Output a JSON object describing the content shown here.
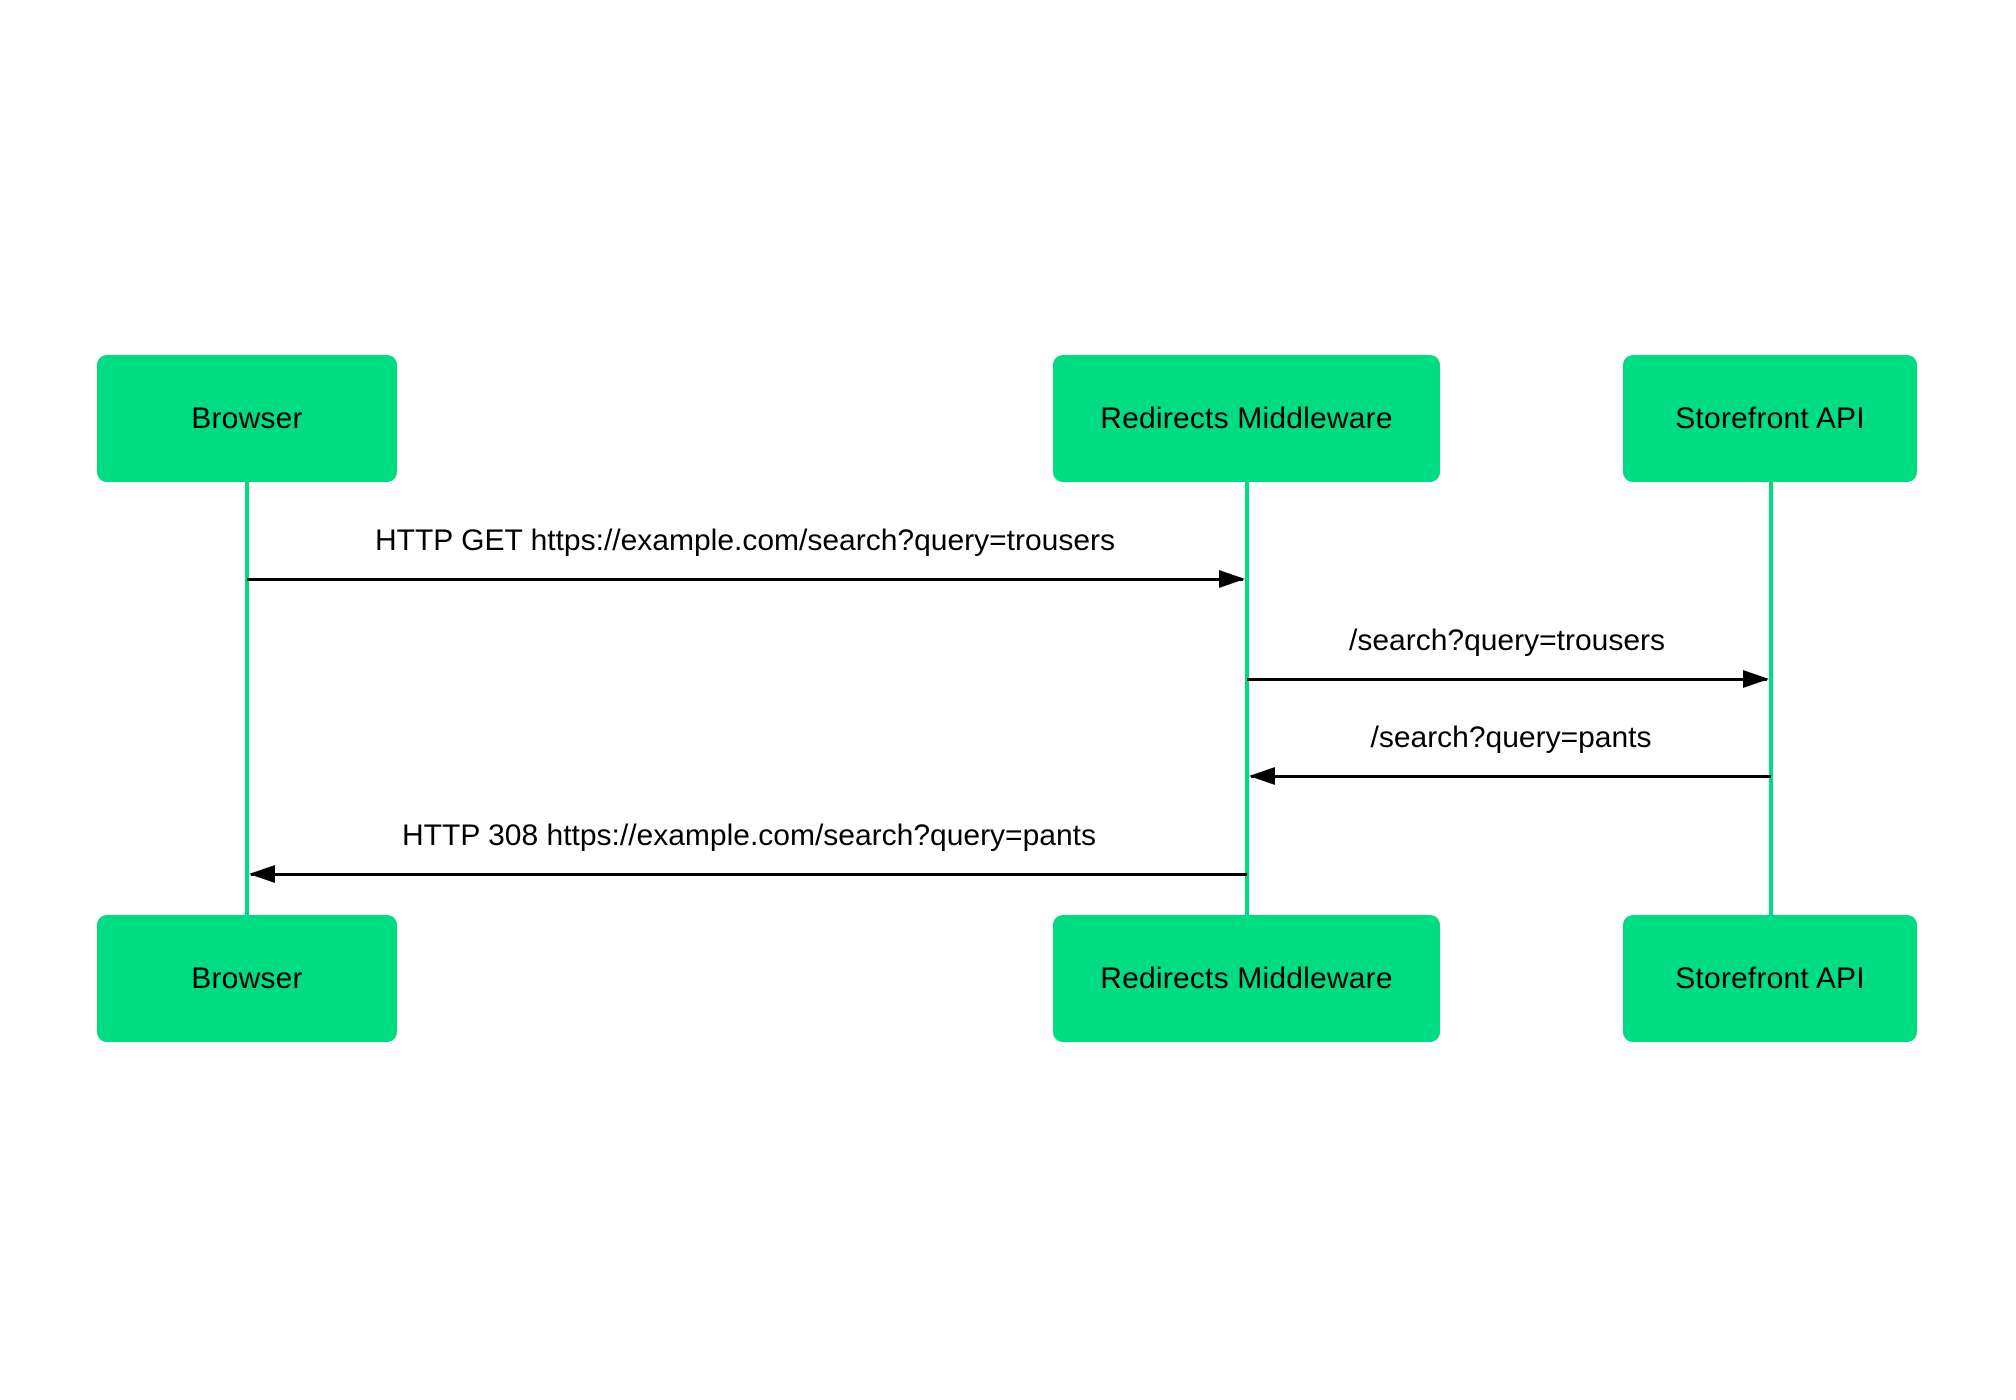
{
  "diagram": {
    "type": "sequence",
    "actors": [
      {
        "id": "browser",
        "label": "Browser"
      },
      {
        "id": "middleware",
        "label": "Redirects Middleware"
      },
      {
        "id": "storefront",
        "label": "Storefront API"
      }
    ],
    "messages": [
      {
        "from": "browser",
        "to": "middleware",
        "direction": "right",
        "label": "HTTP GET https://example.com/search?query=trousers"
      },
      {
        "from": "middleware",
        "to": "storefront",
        "direction": "right",
        "label": "/search?query=trousers"
      },
      {
        "from": "storefront",
        "to": "middleware",
        "direction": "left",
        "label": "/search?query=pants"
      },
      {
        "from": "middleware",
        "to": "browser",
        "direction": "left",
        "label": "HTTP 308 https://example.com/search?query=pants"
      }
    ],
    "colors": {
      "actor_bg": "#00DC82",
      "actor_text": "#000000",
      "lifeline": "#00DC82",
      "arrow": "#000000",
      "background": "#FFFFFF"
    }
  }
}
